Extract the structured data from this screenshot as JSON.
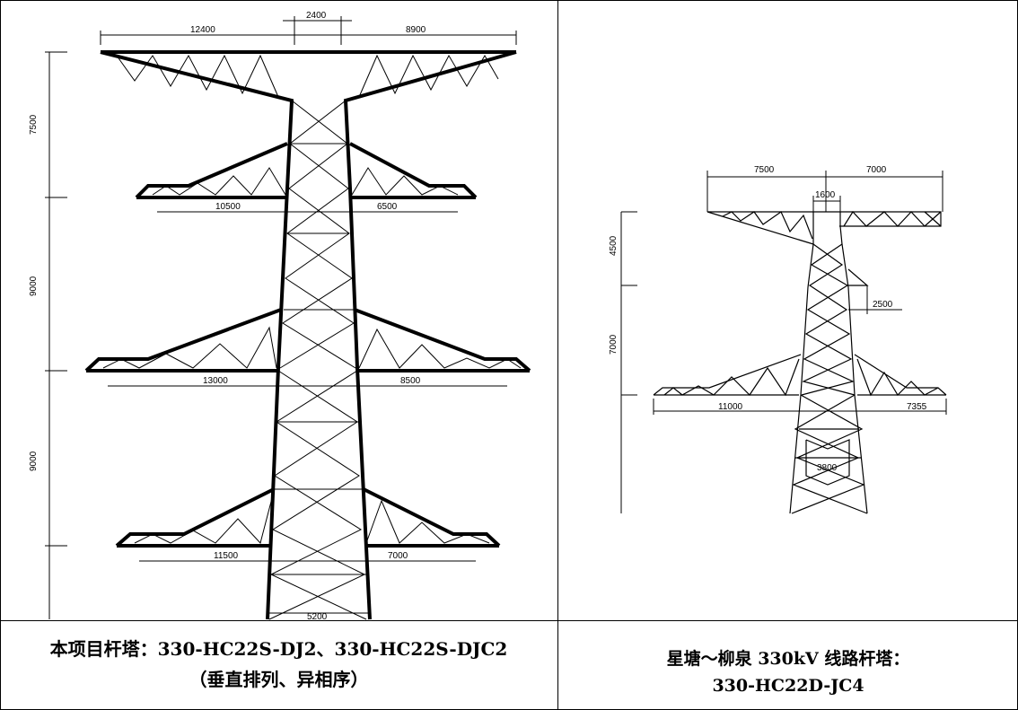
{
  "left_tower": {
    "dims_top": [
      "12400",
      "2400",
      "8900"
    ],
    "dims_arm2": [
      "10500",
      "6500"
    ],
    "dims_arm3": [
      "13000",
      "8500"
    ],
    "dims_arm4": [
      "11500",
      "7000"
    ],
    "dim_base": "5200",
    "dims_vertical": [
      "7500",
      "9000",
      "9000"
    ]
  },
  "right_tower": {
    "dims_top": [
      "7500",
      "7000"
    ],
    "dim_width": "1600",
    "dim_offset": "2500",
    "dims_arm": [
      "11000",
      "7355"
    ],
    "dim_base": "3800",
    "dims_vertical": [
      "4500",
      "7000"
    ]
  },
  "captions": {
    "left_line1": "本项目杆塔：330-HC22S-DJ2、330-HC22S-DJC2",
    "left_line2": "（垂直排列、异相序）",
    "right_line1": "星塘～柳泉 330kV 线路杆塔：",
    "right_line2": "330-HC22D-JC4"
  }
}
